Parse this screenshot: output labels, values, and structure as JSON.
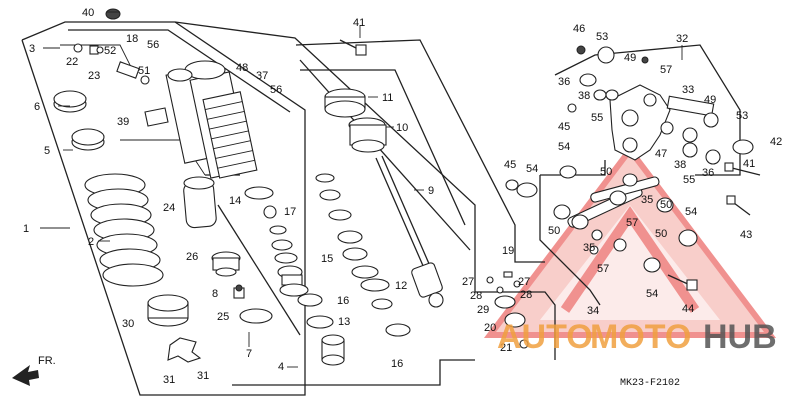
{
  "diagram": {
    "code": "MK23-F2102",
    "front_label": "FR.",
    "callouts": {
      "c1": "1",
      "c2": "2",
      "c3": "3",
      "c4": "4",
      "c5": "5",
      "c6": "6",
      "c7": "7",
      "c8": "8",
      "c9": "9",
      "c10": "10",
      "c11": "11",
      "c12": "12",
      "c13": "13",
      "c14": "14",
      "c15": "15",
      "c16a": "16",
      "c16b": "16",
      "c17": "17",
      "c18": "18",
      "c19": "19",
      "c20": "20",
      "c21": "21",
      "c22": "22",
      "c23": "23",
      "c24": "24",
      "c25": "25",
      "c26": "26",
      "c27a": "27",
      "c27b": "27",
      "c28a": "28",
      "c28b": "28",
      "c29": "29",
      "c30": "30",
      "c31a": "31",
      "c31b": "31",
      "c32": "32",
      "c33": "33",
      "c34": "34",
      "c35a": "35",
      "c35b": "35",
      "c36a": "36",
      "c36b": "36",
      "c37": "37",
      "c38a": "38",
      "c38b": "38",
      "c39": "39",
      "c40": "40",
      "c41a": "41",
      "c41b": "41",
      "c42": "42",
      "c43": "43",
      "c44": "44",
      "c45a": "45",
      "c45b": "45",
      "c46": "46",
      "c47": "47",
      "c48": "48",
      "c49a": "49",
      "c49b": "49",
      "c50a": "50",
      "c50b": "50",
      "c50c": "50",
      "c50d": "50",
      "c51": "51",
      "c52": "52",
      "c53a": "53",
      "c53b": "53",
      "c54a": "54",
      "c54b": "54",
      "c54c": "54",
      "c54d": "54",
      "c55a": "55",
      "c55b": "55",
      "c56a": "56",
      "c56b": "56",
      "c57a": "57",
      "c57b": "57",
      "c57c": "57"
    }
  },
  "watermark": {
    "part1": "AUTO",
    "part2": "MOTO",
    "part3": "HUB",
    "color_red": "#e53935",
    "color_orange": "#f0a040",
    "color_gray": "#555555"
  }
}
